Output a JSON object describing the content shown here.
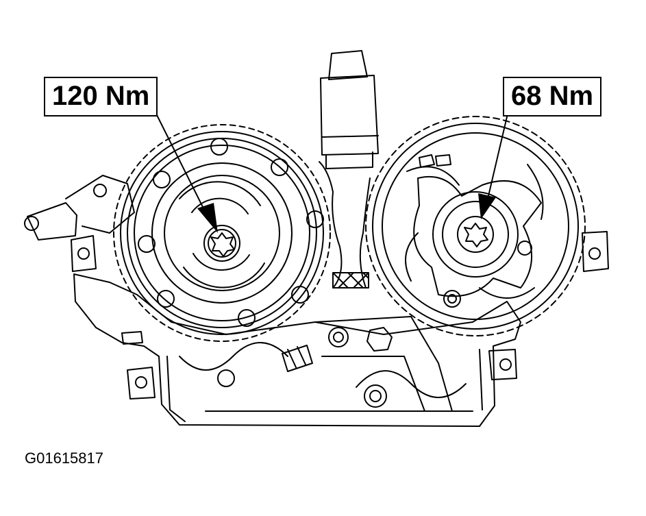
{
  "labels": {
    "left_torque": "120 Nm",
    "right_torque": "68 Nm"
  },
  "figure_id": "G01615817",
  "colors": {
    "ink": "#000000",
    "paper": "#ffffff"
  }
}
